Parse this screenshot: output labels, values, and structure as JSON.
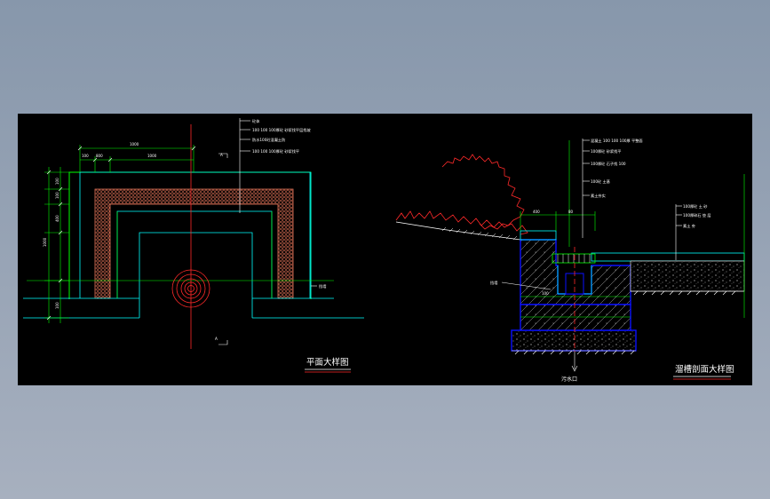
{
  "drawing": {
    "background": "#000000",
    "colors": {
      "green": "#00ff00",
      "cyan": "#00ffff",
      "red": "#ff2a2a",
      "brick": "#e8765a",
      "blue": "#0a10ff",
      "white": "#ffffff",
      "yellow": "#ffff00"
    }
  },
  "plan": {
    "title": "平面大样图",
    "notes": [
      "砼体",
      "100 100 100厚砼 砂浆找平层找坡",
      "防水100砼混凝土防",
      "100 100 100厚砼 砂浆找平"
    ],
    "dims_top": [
      "1000",
      "100",
      "800",
      "1000"
    ],
    "dims_left": [
      "100",
      "100",
      "400",
      "1000",
      "100"
    ],
    "side_label": "挡墙",
    "markers": [
      "A",
      "A"
    ]
  },
  "section": {
    "title": "溜槽剖面大样图",
    "outlet_label": "污水口",
    "left_label": "挡墙",
    "notes_left": [
      "混凝土 100 100 100厚 平整面",
      "100厚砼 砂浆找平",
      "100厚砼 石子找 100",
      "100砼 土基",
      "素土夯实"
    ],
    "notes_right": [
      "100厚砼 土 砂",
      "100厚碎石 垫 层",
      "素土 夯"
    ],
    "dims": [
      "400",
      "80",
      "100"
    ]
  }
}
